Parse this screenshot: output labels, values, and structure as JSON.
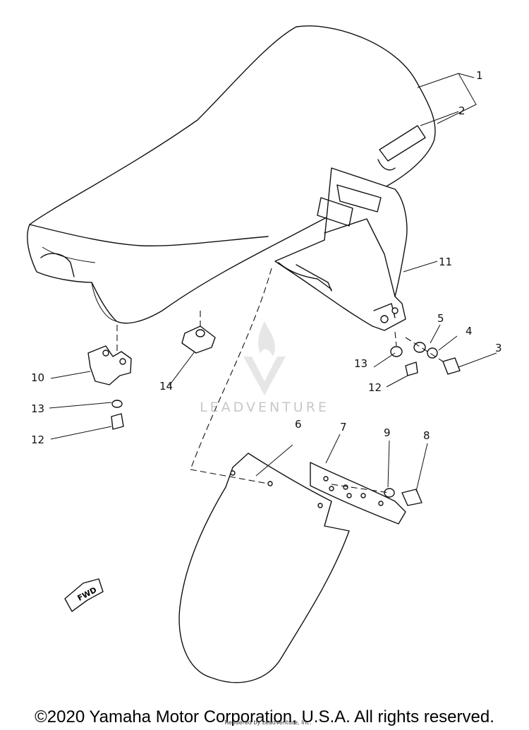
{
  "callouts": [
    "1",
    "2",
    "3",
    "4",
    "5",
    "6",
    "7",
    "8",
    "9",
    "10",
    "11",
    "12",
    "12",
    "13",
    "13",
    "14"
  ],
  "fwd_label": "FWD",
  "watermark": {
    "text": "LEADVENTURE"
  },
  "footer": {
    "copyright": "©2020 Yamaha Motor Corporation, U.S.A. All rights reserved.",
    "rendered_by": "Rendered by LeadVenture, Inc."
  }
}
